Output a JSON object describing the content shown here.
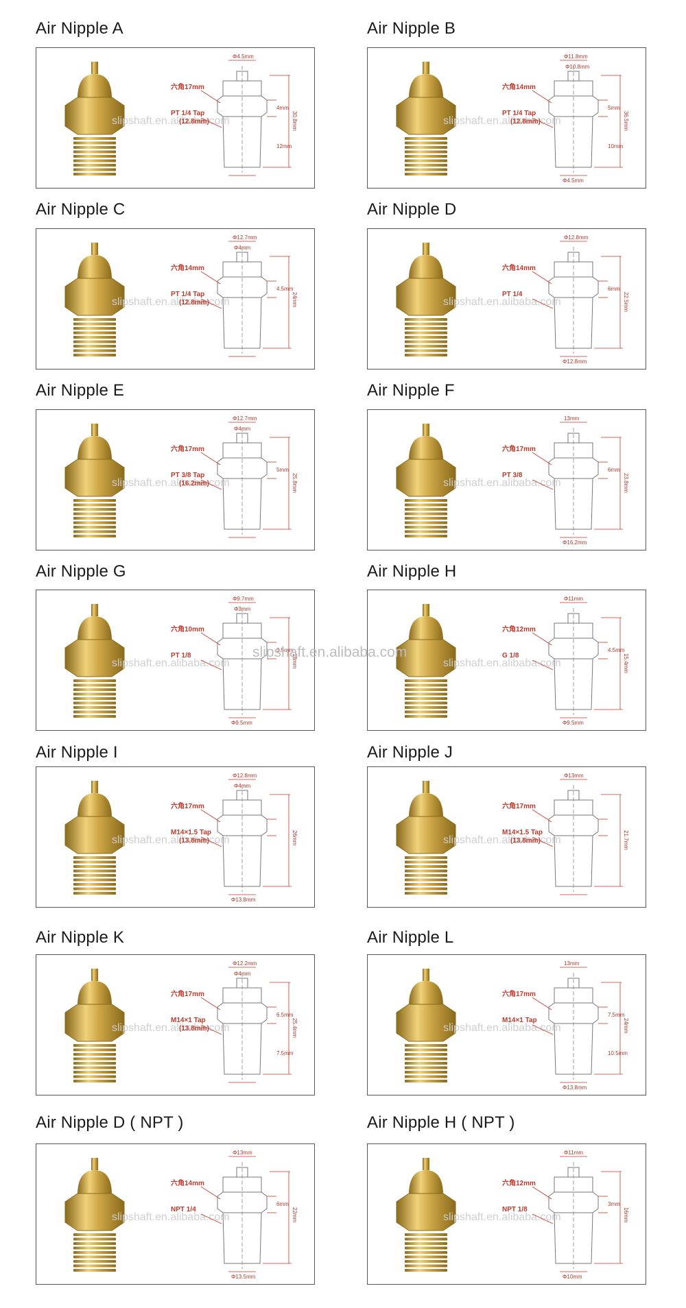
{
  "items": [
    {
      "title": "Air Nipple A",
      "hex": "六角17mm",
      "thread": "PT 1/4 Tap",
      "thread2": "(12.8mm)",
      "dia_top": "Φ4.5mm",
      "dia_mid": "",
      "dia_bot": "",
      "h1": "4mm",
      "h2": "12mm",
      "total": "30.8mm",
      "watermark": "slipshaft.en.alibaba.com"
    },
    {
      "title": "Air Nipple B",
      "hex": "六角14mm",
      "thread": "PT 1/4 Tap",
      "thread2": "(12.8mm)",
      "dia_top": "Φ11.8mm",
      "dia_mid": "Φ10.8mm",
      "dia_bot": "Φ4.5mm",
      "h1": "5mm",
      "h2": "10mm",
      "total": "36.5mm",
      "watermark": "slipshaft.en.alibaba.com"
    },
    {
      "title": "Air Nipple C",
      "hex": "六角14mm",
      "thread": "PT 1/4 Tap",
      "thread2": "(12.8mm)",
      "dia_top": "Φ12.7mm",
      "dia_mid": "Φ4mm",
      "dia_bot": "",
      "h1": "4.5mm",
      "h2": "",
      "total": "24mm",
      "watermark": "slipshaft.en.alibaba.com"
    },
    {
      "title": "Air Nipple D",
      "hex": "六角14mm",
      "thread": "PT 1/4",
      "thread2": "",
      "dia_top": "Φ12.8mm",
      "dia_mid": "",
      "dia_bot": "Φ12.8mm",
      "h1": "6mm",
      "h2": "",
      "total": "22.5mm",
      "watermark": "slipshaft.en.alibaba.com"
    },
    {
      "title": "Air Nipple E",
      "hex": "六角17mm",
      "thread": "PT 3/8 Tap",
      "thread2": "(16.2mm)",
      "dia_top": "Φ12.7mm",
      "dia_mid": "Φ4mm",
      "dia_bot": "",
      "h1": "5mm",
      "h2": "",
      "total": "25.8mm",
      "watermark": "slipshaft.en.alibaba.com"
    },
    {
      "title": "Air Nipple F",
      "hex": "六角17mm",
      "thread": "PT 3/8",
      "thread2": "",
      "dia_top": "13mm",
      "dia_mid": "",
      "dia_bot": "Φ16.2mm",
      "h1": "6mm",
      "h2": "",
      "total": "23.8mm",
      "watermark": "slipshaft.en.alibaba.com"
    },
    {
      "title": "Air Nipple G",
      "hex": "六角10mm",
      "thread": "PT 1/8",
      "thread2": "",
      "dia_top": "Φ9.7mm",
      "dia_mid": "Φ3mm",
      "dia_bot": "Φ9.5mm",
      "h1": "3.5mm",
      "h2": "",
      "total": "18mm",
      "watermark": "slipshaft.en.alibaba.com"
    },
    {
      "title": "Air Nipple H",
      "hex": "六角12mm",
      "thread": "G 1/8",
      "thread2": "",
      "dia_top": "Φ11mm",
      "dia_mid": "",
      "dia_bot": "Φ9.5mm",
      "h1": "4.5mm",
      "h2": "",
      "total": "15.4mm",
      "watermark": "slipshaft.en.alibaba.com"
    },
    {
      "title": "Air Nipple I",
      "hex": "六角17mm",
      "thread": "M14×1.5 Tap",
      "thread2": "(13.8mm)",
      "dia_top": "Φ12.8mm",
      "dia_mid": "Φ4mm",
      "dia_bot": "Φ13.8mm",
      "h1": "",
      "h2": "",
      "total": "26mm",
      "watermark": "slipshaft.en.alibaba.com"
    },
    {
      "title": "Air Nipple J",
      "hex": "六角17mm",
      "thread": "M14×1.5 Tap",
      "thread2": "(13.8mm)",
      "dia_top": "Φ13mm",
      "dia_mid": "",
      "dia_bot": "",
      "h1": "",
      "h2": "",
      "total": "21.7mm",
      "watermark": "slipshaft.en.alibaba.com"
    },
    {
      "title": "Air Nipple K",
      "hex": "六角17mm",
      "thread": "M14×1 Tap",
      "thread2": "(13.8mm)",
      "dia_top": "Φ12.2mm",
      "dia_mid": "Φ4mm",
      "dia_bot": "",
      "h1": "6.5mm",
      "h2": "7.5mm",
      "total": "25.4mm",
      "watermark": "slipshaft.en.alibaba.com"
    },
    {
      "title": "Air Nipple L",
      "hex": "六角17mm",
      "thread": "M14×1 Tap",
      "thread2": "",
      "dia_top": "13mm",
      "dia_mid": "",
      "dia_bot": "Φ13.8mm",
      "h1": "7.5mm",
      "h2": "10.5mm",
      "total": "24mm",
      "watermark": "slipshaft.en.alibaba.com"
    },
    {
      "title": "Air Nipple D ( NPT )",
      "hex": "六角14mm",
      "thread": "NPT 1/4",
      "thread2": "",
      "dia_top": "Φ13mm",
      "dia_mid": "",
      "dia_bot": "Φ13.5mm",
      "h1": "6mm",
      "h2": "",
      "total": "22mm",
      "watermark": "slipshaft.en.alibaba.com"
    },
    {
      "title": "Air Nipple H ( NPT )",
      "hex": "六角12mm",
      "thread": "NPT 1/8",
      "thread2": "",
      "dia_top": "Φ11mm",
      "dia_mid": "",
      "dia_bot": "Φ10mm",
      "h1": "3mm",
      "h2": "",
      "total": "16mm",
      "watermark": "slipshaft.en.alibaba.com"
    }
  ],
  "center_watermark": "slipshaft.en.alibaba.com",
  "colors": {
    "brass": "#c9a243",
    "brass_dark": "#8a6a1c",
    "label": "#c0392b",
    "border": "#555555"
  }
}
